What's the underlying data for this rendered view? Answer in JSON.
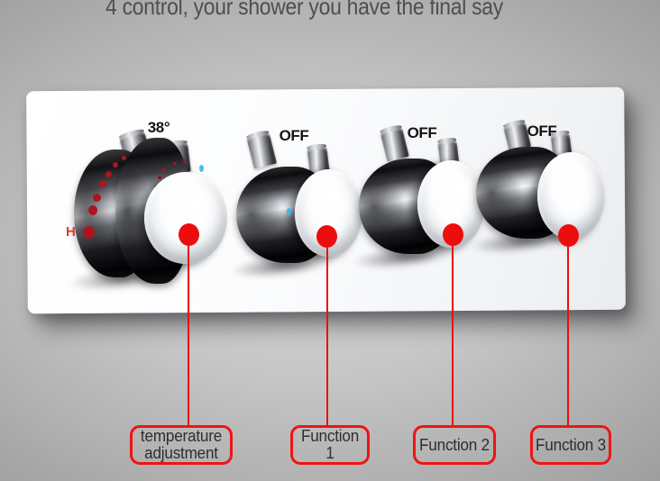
{
  "title": "4 control, your shower you have the final say",
  "panel": {
    "knobs": [
      {
        "id": "temperature",
        "top_label": "38°",
        "hot_label": "H"
      },
      {
        "id": "function-1",
        "top_label": "OFF"
      },
      {
        "id": "function-2",
        "top_label": "OFF"
      },
      {
        "id": "function-3",
        "top_label": "OFF"
      }
    ]
  },
  "callouts": [
    {
      "label": "temperature adjustment"
    },
    {
      "label": "Function 1"
    },
    {
      "label": "Function 2"
    },
    {
      "label": "Function 3"
    }
  ],
  "colors": {
    "accent_red": "#ee1111",
    "panel_white": "#f8f9fb",
    "background_gray": "#b1b1b1",
    "title_gray": "#4e4e4e",
    "dial_dot_red": "#ae1420",
    "blue_tick": "#35b7ea"
  }
}
